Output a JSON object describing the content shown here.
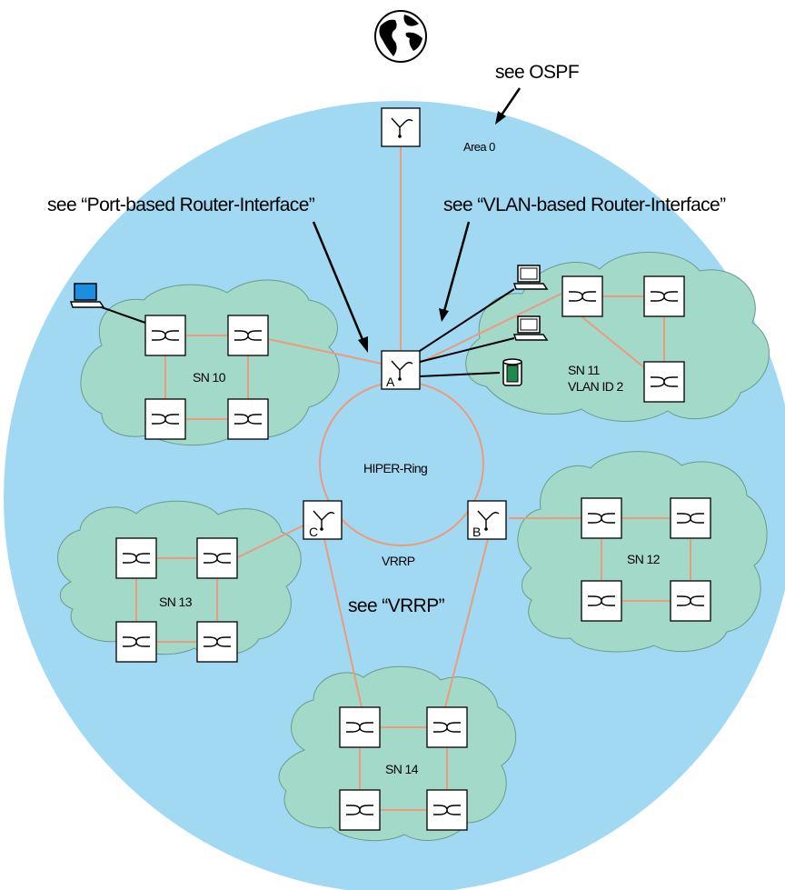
{
  "labels": {
    "see_ospf": "see OSPF",
    "area0": "Area 0",
    "see_port_based": "see “Port-based Router-Interface”",
    "see_vlan_based": "see “VLAN-based Router-Interface”",
    "sn10": "SN 10",
    "sn11": "SN 11",
    "vlan_id2": "VLAN ID 2",
    "hiper_ring": "HIPER-Ring",
    "vrrp": "VRRP",
    "see_vrrp": "see “VRRP”",
    "sn12": "SN 12",
    "sn13": "SN 13",
    "sn14": "SN 14",
    "router_a": "A",
    "router_b": "B",
    "router_c": "C"
  },
  "colors": {
    "area_circle": "#a2d9f2",
    "cloud": "#a3d9c8",
    "link": "#ec9a7e",
    "pc_screen": "#1a8fe0",
    "storage": "#1f8a4c"
  },
  "icons": {
    "internet": "globe-icon",
    "router": "router-icon",
    "switch": "switch-icon",
    "pc": "pc-icon",
    "storage": "storage-icon"
  }
}
